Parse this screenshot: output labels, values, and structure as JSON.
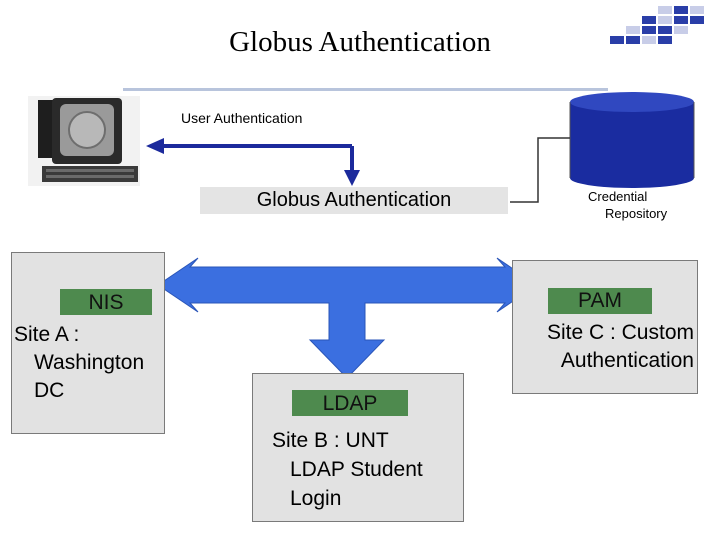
{
  "title": "Globus Authentication",
  "user_auth_label": "User Authentication",
  "globus_box_label": "Globus Authentication",
  "credential_repository": {
    "line1": "Credential",
    "line2": "Repository"
  },
  "site_a": {
    "tag": "NIS",
    "line1": "Site A :",
    "line2": "Washington",
    "line3": "DC"
  },
  "site_b": {
    "tag": "LDAP",
    "line1": "Site B : UNT",
    "line2": "LDAP Student",
    "line3": "Login"
  },
  "site_c": {
    "tag": "PAM",
    "line1": "Site C : Custom",
    "line2": "Authentication"
  },
  "colors": {
    "arrow_blue": "#3b6fe0",
    "tag_green": "#4e8a4e",
    "box_gray": "#e2e2e2",
    "database_blue": "#1a2ca0",
    "logo_blue": "#2a3ea8"
  },
  "icons": [
    "computer-monitor-icon",
    "database-cylinder-icon",
    "corner-logo-icon"
  ]
}
